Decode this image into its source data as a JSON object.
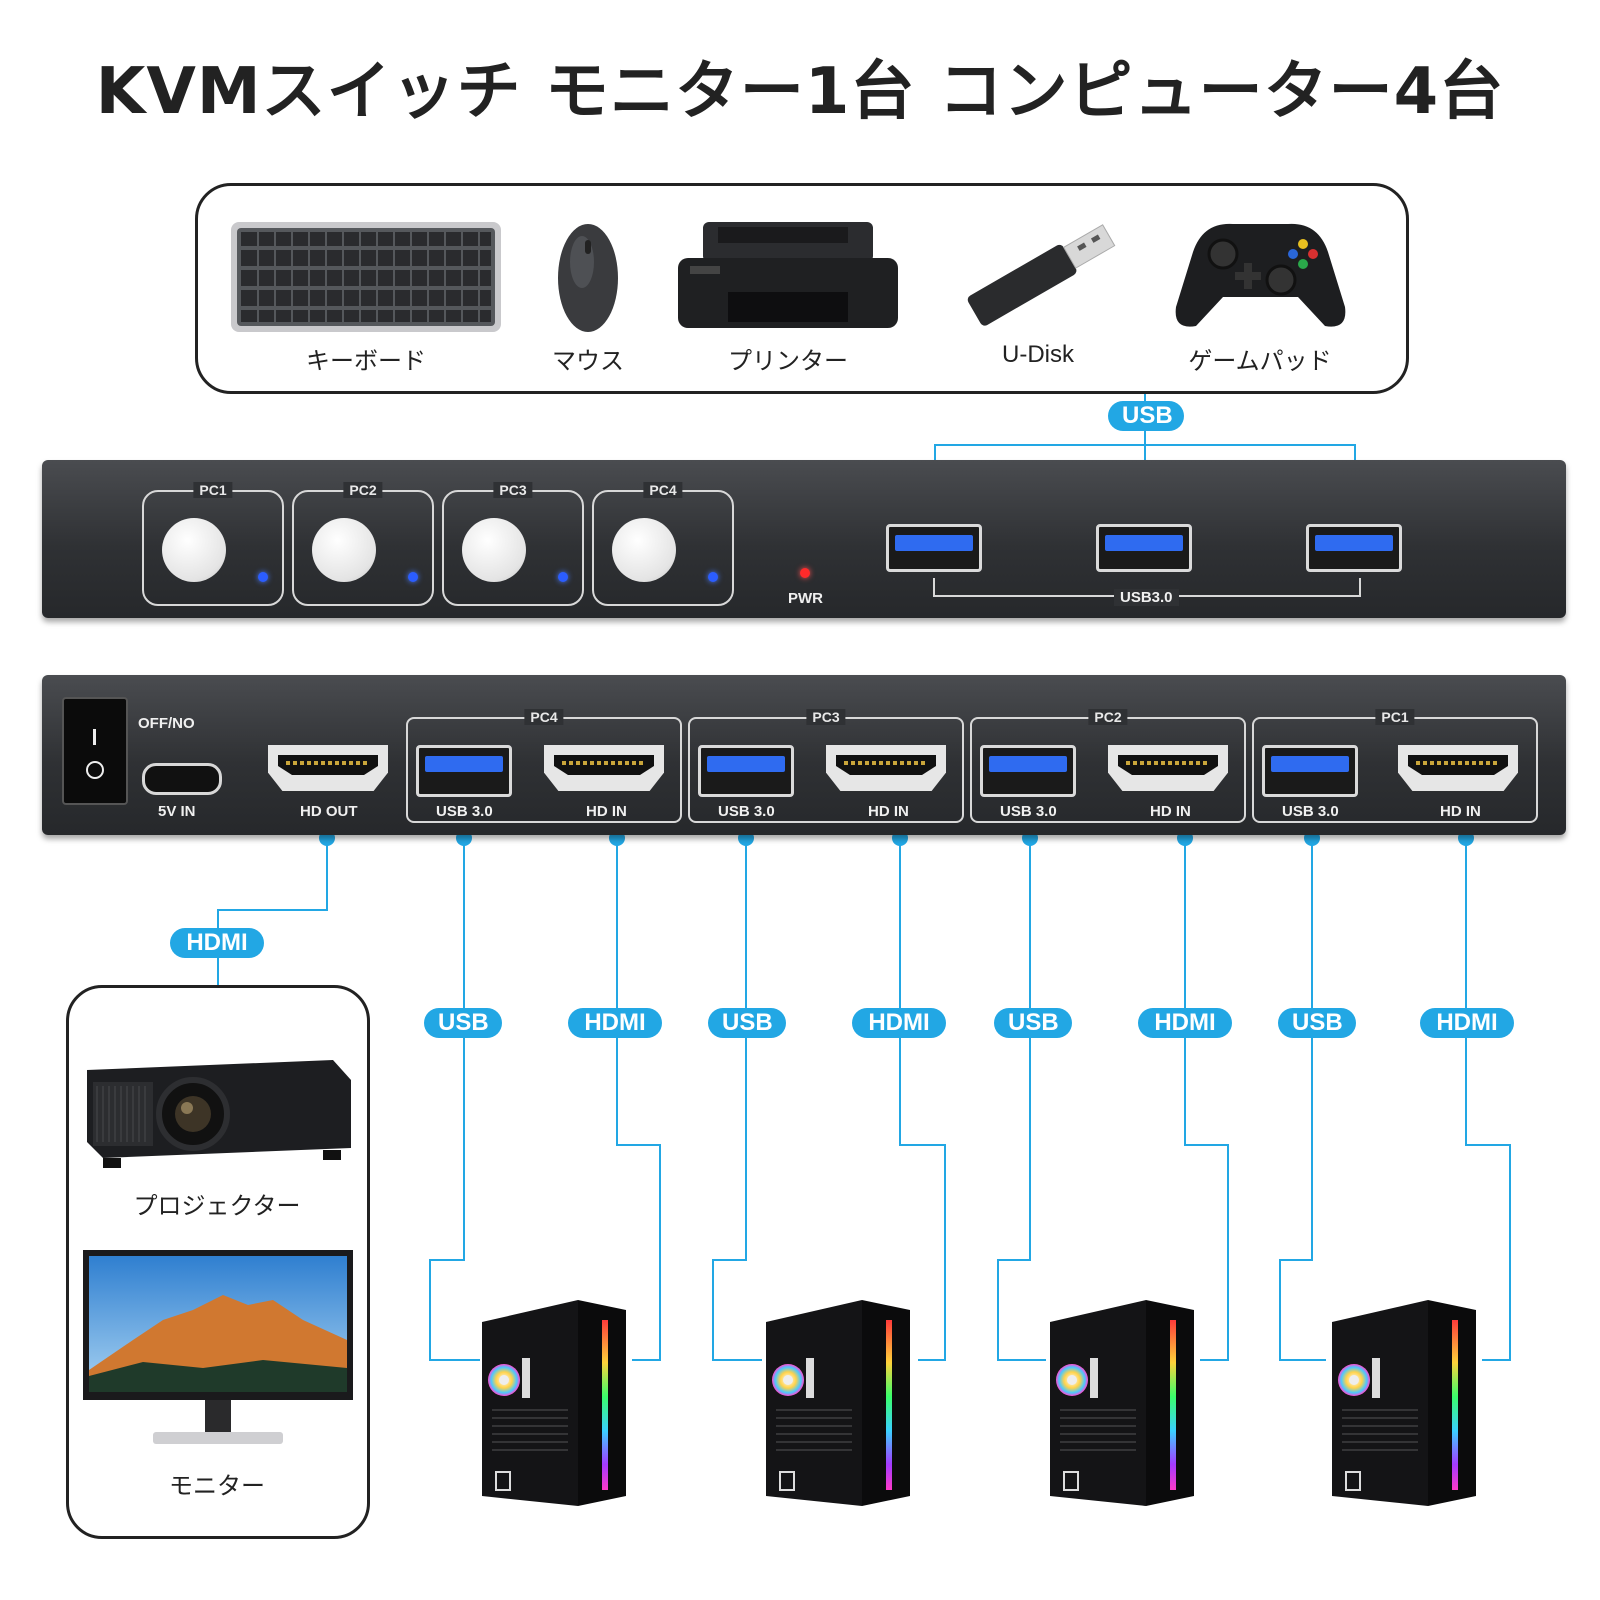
{
  "title": "KVMスイッチ モニター1台 コンピューター4台",
  "peripherals": [
    {
      "label": "キーボード",
      "icon": "keyboard-icon"
    },
    {
      "label": "マウス",
      "icon": "mouse-icon"
    },
    {
      "label": "プリンター",
      "icon": "printer-icon"
    },
    {
      "label": "U-Disk",
      "icon": "usb-flash-drive-icon"
    },
    {
      "label": "ゲームパッド",
      "icon": "gamepad-icon"
    }
  ],
  "connection_labels": {
    "usb": "USB",
    "hdmi": "HDMI"
  },
  "front_panel": {
    "buttons": [
      "PC1",
      "PC2",
      "PC3",
      "PC4"
    ],
    "power_led": "PWR",
    "usb_ports_label": "USB3.0"
  },
  "rear_panel": {
    "power_switch": "OFF/NO",
    "power_in": "5V IN",
    "hdmi_out": "HD OUT",
    "groups": [
      {
        "name": "PC4",
        "usb": "USB 3.0",
        "hdmi": "HD IN"
      },
      {
        "name": "PC3",
        "usb": "USB 3.0",
        "hdmi": "HD IN"
      },
      {
        "name": "PC2",
        "usb": "USB 3.0",
        "hdmi": "HD IN"
      },
      {
        "name": "PC1",
        "usb": "USB 3.0",
        "hdmi": "HD IN"
      }
    ]
  },
  "displays": [
    {
      "label": "プロジェクター",
      "icon": "projector-icon"
    },
    {
      "label": "モニター",
      "icon": "monitor-icon"
    }
  ],
  "computers_count": 4,
  "colors": {
    "accent": "#22a7e4",
    "panel": "#2f3134",
    "led_blue": "#2b5dff",
    "led_red": "#ff2a2a"
  }
}
